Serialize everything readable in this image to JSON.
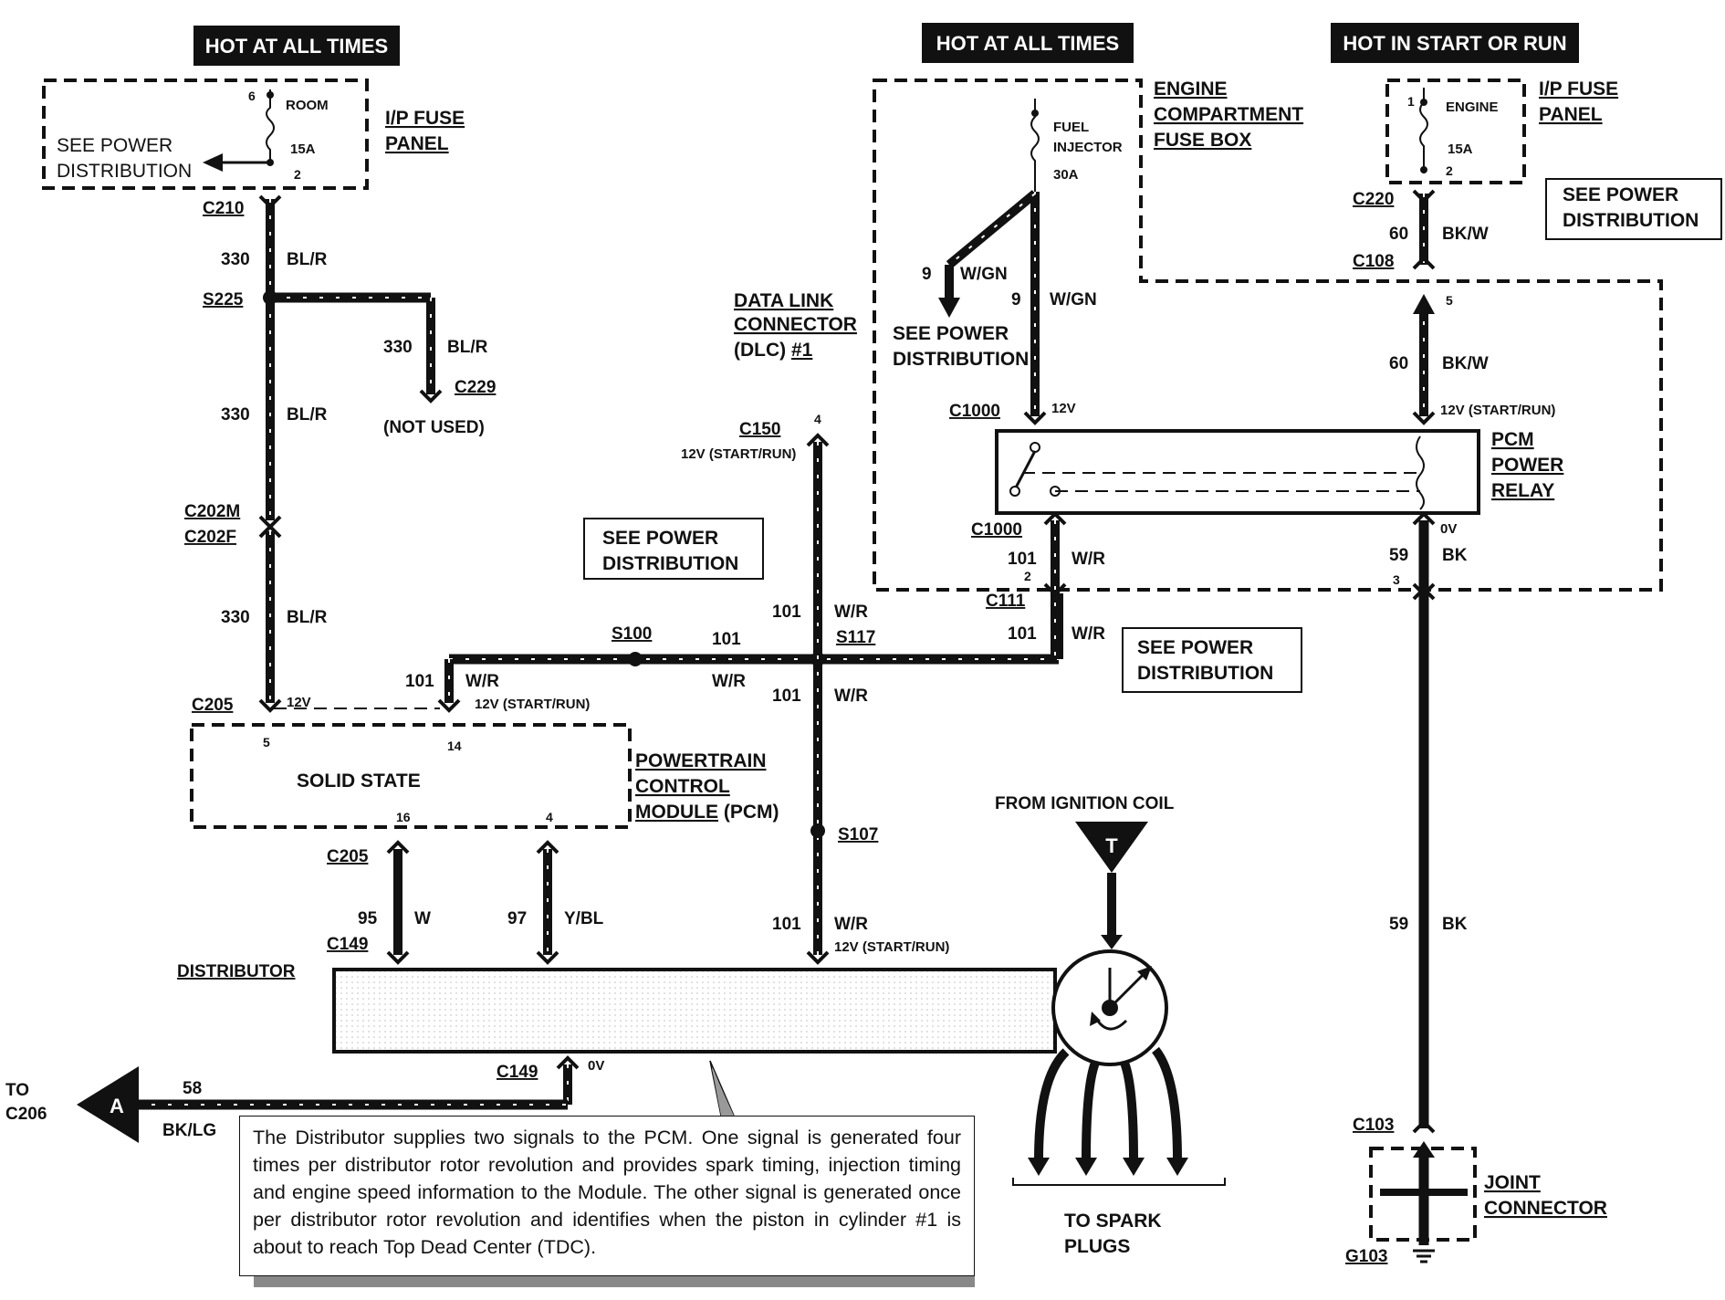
{
  "headers": {
    "hot_left": "HOT AT ALL TIMES",
    "hot_mid": "HOT AT ALL TIMES",
    "hot_right": "HOT IN START OR RUN"
  },
  "ip_fuse_left": {
    "title_l1": "I/P FUSE",
    "title_l2": "PANEL",
    "fuse_name": "ROOM",
    "fuse_rating": "15A",
    "pin_in": "6",
    "pin_out": "2",
    "see_l1": "SEE POWER",
    "see_l2": "DISTRIBUTION"
  },
  "engine_fuse_box": {
    "title_l1": "ENGINE",
    "title_l2": "COMPARTMENT",
    "title_l3": "FUSE BOX",
    "fuse_l1": "FUEL",
    "fuse_l2": "INJECTOR",
    "fuse_rating": "30A"
  },
  "ip_fuse_right": {
    "title_l1": "I/P FUSE",
    "title_l2": "PANEL",
    "fuse_name": "ENGINE",
    "fuse_rating": "15A",
    "pin_in": "1",
    "pin_out": "2"
  },
  "see_power_boxes": {
    "right_top_l1": "SEE POWER",
    "right_top_l2": "DISTRIBUTION",
    "mid_l1": "SEE POWER",
    "mid_l2": "DISTRIBUTION",
    "right_mid_l1": "SEE POWER",
    "right_mid_l2": "DISTRIBUTION",
    "engine_l1": "SEE POWER",
    "engine_l2": "DISTRIBUTION"
  },
  "connectors": {
    "c210": "C210",
    "s225": "S225",
    "c229": "C229",
    "not_used": "(NOT USED)",
    "c202m": "C202M",
    "c202f": "C202F",
    "c205_top": "C205",
    "c205_bot": "C205",
    "c149_top": "C149",
    "c149_bot": "C149",
    "s100": "S100",
    "s117": "S117",
    "s107": "S107",
    "c150": "C150",
    "c150_pin": "4",
    "c1000_top": "C1000",
    "c1000_bot": "C1000",
    "c111": "C111",
    "c220": "C220",
    "c108": "C108",
    "c103": "C103",
    "g103": "G103"
  },
  "dlc": {
    "l1": "DATA LINK",
    "l2": "CONNECTOR",
    "l3_prefix": "(DLC) ",
    "l3_num": "#1"
  },
  "wires": {
    "w330a_num": "330",
    "w330a_col": "BL/R",
    "w330b_num": "330",
    "w330b_col": "BL/R",
    "w330c_num": "330",
    "w330c_col": "BL/R",
    "w330d_num": "330",
    "w330d_col": "BL/R",
    "w101a_num": "101",
    "w101a_col": "W/R",
    "w101b_num": "101",
    "w101b_col": "W/R",
    "w101c_num": "101",
    "w101c_col": "W/R",
    "w101d_num": "101",
    "w101d_col": "W/R",
    "w101e_num": "101",
    "w101e_col": "W/R",
    "w101f_num": "101",
    "w101f_col": "W/R",
    "w101g_num": "101",
    "w101g_col": "W/R",
    "w9a_num": "9",
    "w9a_col": "W/GN",
    "w9b_num": "9",
    "w9b_col": "W/GN",
    "w60a_num": "60",
    "w60a_col": "BK/W",
    "w60b_num": "60",
    "w60b_col": "BK/W",
    "w59a_num": "59",
    "w59a_col": "BK",
    "w59b_num": "59",
    "w59b_col": "BK",
    "w95_num": "95",
    "w95_col": "W",
    "w97_num": "97",
    "w97_col": "Y/BL",
    "w58_num": "58",
    "w58_col": "BK/LG"
  },
  "voltages": {
    "v12_c205": "12V",
    "v12_pcm14": "12V (START/RUN)",
    "v12_c150": "12V (START/RUN)",
    "v12_c1000": "12V",
    "v12_relay": "12V (START/RUN)",
    "v0_relay": "0V",
    "v12_dist": "12V (START/RUN)",
    "v0_c149": "0V"
  },
  "pins": {
    "relay_in_2": "2",
    "relay_out_3": "3",
    "relay_5": "5",
    "pcm_5": "5",
    "pcm_14": "14",
    "pcm_16": "16",
    "pcm_4": "4"
  },
  "relay": {
    "l1": "PCM",
    "l2": "POWER",
    "l3": "RELAY"
  },
  "pcm": {
    "inside": "SOLID STATE",
    "l1": "POWERTRAIN",
    "l2": "CONTROL",
    "l3_prefix": "MODULE",
    "l3_suffix": " (PCM)"
  },
  "distributor": {
    "label": "DISTRIBUTOR",
    "from_coil": "FROM IGNITION COIL",
    "coil_letter": "T",
    "to_spark_l1": "TO SPARK",
    "to_spark_l2": "PLUGS"
  },
  "to_c206": {
    "l1": "TO",
    "l2": "C206",
    "letter": "A"
  },
  "joint": {
    "l1": "JOINT",
    "l2": "CONNECTOR"
  },
  "note": {
    "text": "The Distributor supplies two signals to the PCM. One signal is generated four times per distributor rotor revolution and provides spark timing, injection timing and engine speed information to the Module. The other signal is generated once per distributor rotor revolution and identifies when the piston in cylinder #1 is about to reach Top Dead Center (TDC)."
  }
}
